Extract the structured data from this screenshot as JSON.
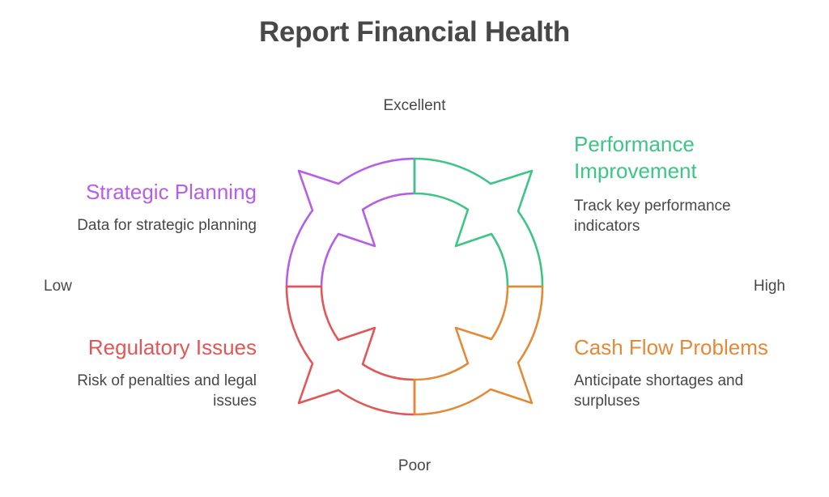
{
  "title": "Report Financial Health",
  "axes": {
    "top": "Excellent",
    "bottom": "Poor",
    "left": "Low",
    "right": "High"
  },
  "colors": {
    "strategic": "#B65EE6",
    "performance": "#3DC585",
    "regulatory": "#E25656",
    "cashflow": "#E38A37",
    "text": "#484848"
  },
  "quadrants": {
    "strategic": {
      "position": "top-left",
      "heading": "Strategic Planning",
      "description": "Data for strategic planning"
    },
    "performance": {
      "position": "top-right",
      "heading": "Performance Improvement",
      "description": "Track key performance indicators"
    },
    "regulatory": {
      "position": "bottom-left",
      "heading": "Regulatory Issues",
      "description": "Risk of penalties and legal issues"
    },
    "cashflow": {
      "position": "bottom-right",
      "heading": "Cash Flow Problems",
      "description": "Anticipate shortages and surpluses"
    }
  }
}
